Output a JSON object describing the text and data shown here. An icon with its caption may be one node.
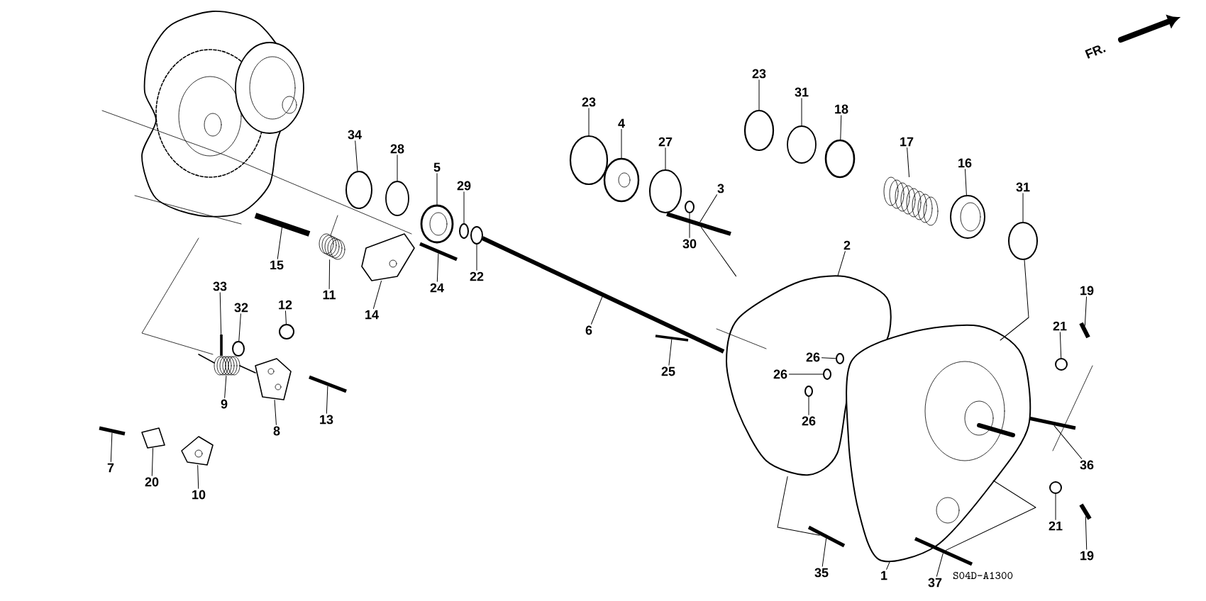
{
  "diagram": {
    "nodes": [
      {
        "text": [
          "34"
        ]
      },
      {
        "text": [
          "28"
        ]
      },
      {
        "text": [
          "5"
        ]
      },
      {
        "text": [
          "29"
        ]
      },
      {
        "text": [
          "22"
        ]
      },
      {
        "text": [
          "24"
        ]
      },
      {
        "text": [
          "14"
        ]
      },
      {
        "text": [
          "11"
        ]
      },
      {
        "text": [
          "15"
        ]
      },
      {
        "text": [
          "33"
        ]
      },
      {
        "text": [
          "32"
        ]
      },
      {
        "text": [
          "12"
        ]
      },
      {
        "text": [
          "9"
        ]
      },
      {
        "text": [
          "8"
        ]
      },
      {
        "text": [
          "13"
        ]
      },
      {
        "text": [
          "7"
        ]
      },
      {
        "text": [
          "20"
        ]
      },
      {
        "text": [
          "10"
        ]
      },
      {
        "text": [
          "23"
        ]
      },
      {
        "text": [
          "4"
        ]
      },
      {
        "text": [
          "27"
        ]
      },
      {
        "text": [
          "3"
        ]
      },
      {
        "text": [
          "30"
        ]
      },
      {
        "text": [
          "23"
        ]
      },
      {
        "text": [
          "31"
        ]
      },
      {
        "text": [
          "18"
        ]
      },
      {
        "text": [
          "17"
        ]
      },
      {
        "text": [
          "16"
        ]
      },
      {
        "text": [
          "31"
        ]
      },
      {
        "text": [
          "6"
        ]
      },
      {
        "text": [
          "25"
        ]
      },
      {
        "text": [
          "2"
        ]
      },
      {
        "text": [
          "26"
        ],
        "in": 74
      },
      {
        "text": [
          "26"
        ],
        "in": 74
      },
      {
        "text": [
          "26"
        ],
        "in": 74
      },
      {
        "text": [
          "21"
        ]
      },
      {
        "text": [
          "19"
        ]
      },
      {
        "text": [
          "36"
        ]
      },
      {
        "text": [
          "21"
        ]
      },
      {
        "text": [
          "19"
        ]
      },
      {
        "text": [
          "35"
        ]
      },
      {
        "text": [
          "1"
        ]
      },
      {
        "text": [
          "37"
        ]
      },
      {
        "text": [],
        "shape": "circle"
      },
      {
        "text": [],
        "shape": "circle"
      },
      {
        "text": [],
        "shape": "circle"
      },
      {
        "text": [],
        "shape": "circle"
      },
      {
        "text": [],
        "shape": "circle"
      },
      {
        "text": [],
        "shape": "bar"
      },
      {
        "text": [],
        "shape": "picture"
      },
      {
        "text": [],
        "shape": "picture"
      },
      {
        "text": [],
        "shape": "bar"
      },
      {
        "text": [],
        "shape": "bar"
      },
      {
        "text": [],
        "shape": "circle"
      },
      {
        "text": [],
        "shape": "circle"
      },
      {
        "text": [],
        "shape": "picture"
      },
      {
        "text": [],
        "shape": "picture"
      },
      {
        "text": [],
        "shape": "bar"
      },
      {
        "text": [],
        "shape": "bar"
      },
      {
        "text": [],
        "shape": "picture"
      },
      {
        "text": [],
        "shape": "picture"
      },
      {
        "text": [],
        "shape": "circle"
      },
      {
        "text": [],
        "shape": "circle"
      },
      {
        "text": [],
        "shape": "circle"
      },
      {
        "text": [],
        "shape": "bar"
      },
      {
        "text": [],
        "shape": "circle"
      },
      {
        "text": [],
        "shape": "circle"
      },
      {
        "text": [],
        "shape": "circle"
      },
      {
        "text": [],
        "shape": "circle"
      },
      {
        "text": [],
        "shape": "picture"
      },
      {
        "text": [],
        "shape": "circle"
      },
      {
        "text": [],
        "shape": "circle"
      },
      {
        "text": [],
        "shape": "bar"
      },
      {
        "text": [],
        "shape": "bar"
      },
      {
        "text": [],
        "shape": "picture"
      },
      {
        "text": [],
        "shape": "circle",
        "in": 74
      },
      {
        "text": [],
        "shape": "circle",
        "in": 74
      },
      {
        "text": [],
        "shape": "circle",
        "in": 74
      },
      {
        "text": [],
        "shape": "circle"
      },
      {
        "text": [],
        "shape": "bar"
      },
      {
        "text": [],
        "shape": "bar"
      },
      {
        "text": [],
        "shape": "circle"
      },
      {
        "text": [],
        "shape": "bar"
      },
      {
        "text": [],
        "shape": "bar"
      },
      {
        "text": [],
        "shape": "picture"
      },
      {
        "text": [],
        "shape": "bar"
      }
    ],
    "edges": [
      {
        "from": 0,
        "to": 43,
        "arrow": "none"
      },
      {
        "from": 1,
        "to": 44,
        "arrow": "none"
      },
      {
        "from": 2,
        "to": 45,
        "arrow": "none"
      },
      {
        "from": 3,
        "to": 46,
        "arrow": "none"
      },
      {
        "from": 4,
        "to": 47,
        "arrow": "none"
      },
      {
        "from": 5,
        "to": 48,
        "arrow": "none"
      },
      {
        "from": 6,
        "to": 49,
        "arrow": "none"
      },
      {
        "from": 7,
        "to": 50,
        "arrow": "none"
      },
      {
        "from": 8,
        "to": 51,
        "arrow": "none"
      },
      {
        "from": 9,
        "to": 52,
        "arrow": "none"
      },
      {
        "from": 10,
        "to": 53,
        "arrow": "none"
      },
      {
        "from": 11,
        "to": 54,
        "arrow": "none"
      },
      {
        "from": 12,
        "to": 55,
        "arrow": "none"
      },
      {
        "from": 13,
        "to": 56,
        "arrow": "none"
      },
      {
        "from": 14,
        "to": 57,
        "arrow": "none"
      },
      {
        "from": 15,
        "to": 58,
        "arrow": "none"
      },
      {
        "from": 16,
        "to": 59,
        "arrow": "none"
      },
      {
        "from": 17,
        "to": 60,
        "arrow": "none"
      },
      {
        "from": 18,
        "to": 61,
        "arrow": "none"
      },
      {
        "from": 19,
        "to": 62,
        "arrow": "none"
      },
      {
        "from": 20,
        "to": 63,
        "arrow": "none"
      },
      {
        "from": 21,
        "to": 64,
        "arrow": "none"
      },
      {
        "from": 22,
        "to": 65,
        "arrow": "none"
      },
      {
        "from": 23,
        "to": 66,
        "arrow": "none"
      },
      {
        "from": 24,
        "to": 67,
        "arrow": "none"
      },
      {
        "from": 25,
        "to": 68,
        "arrow": "none"
      },
      {
        "from": 26,
        "to": 69,
        "arrow": "none"
      },
      {
        "from": 27,
        "to": 70,
        "arrow": "none"
      },
      {
        "from": 28,
        "to": 71,
        "arrow": "none"
      },
      {
        "from": 29,
        "to": 72,
        "arrow": "none"
      },
      {
        "from": 30,
        "to": 73,
        "arrow": "none"
      },
      {
        "from": 31,
        "to": 74,
        "arrow": "none"
      },
      {
        "from": 32,
        "to": 75,
        "arrow": "none"
      },
      {
        "from": 33,
        "to": 76,
        "arrow": "none"
      },
      {
        "from": 34,
        "to": 77,
        "arrow": "none"
      },
      {
        "from": 35,
        "to": 78,
        "arrow": "none"
      },
      {
        "from": 36,
        "to": 79,
        "arrow": "none"
      },
      {
        "from": 37,
        "to": 80,
        "arrow": "none"
      },
      {
        "from": 38,
        "to": 81,
        "arrow": "none"
      },
      {
        "from": 39,
        "to": 82,
        "arrow": "none"
      },
      {
        "from": 40,
        "to": 83,
        "arrow": "none"
      },
      {
        "from": 41,
        "to": 84,
        "arrow": "none"
      },
      {
        "from": 42,
        "to": 85,
        "arrow": "none"
      },
      {
        "from": 64,
        "to": 74,
        "arrow": "none"
      },
      {
        "from": 74,
        "to": 83,
        "arrow": "none"
      },
      {
        "from": 71,
        "to": 84,
        "arrow": "none"
      },
      {
        "from": 84,
        "to": 85,
        "arrow": "none"
      }
    ],
    "labels": [
      "FR.",
      "S04D-A1300"
    ]
  }
}
